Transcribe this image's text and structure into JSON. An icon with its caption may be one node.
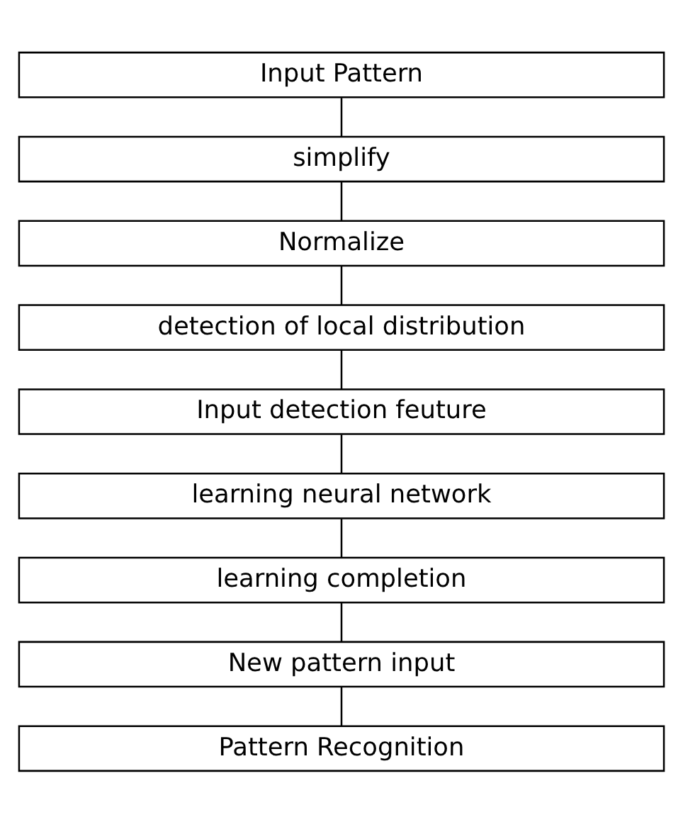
{
  "diagram": {
    "nodes": [
      {
        "text": [
          "Input Pattern"
        ]
      },
      {
        "text": [
          "simplify"
        ]
      },
      {
        "text": [
          "Normalize"
        ]
      },
      {
        "text": [
          "detection of local distribution"
        ]
      },
      {
        "text": [
          "Input detection feuture"
        ]
      },
      {
        "text": [
          "learning neural network"
        ]
      },
      {
        "text": [
          "learning completion"
        ]
      },
      {
        "text": [
          "New pattern input"
        ]
      },
      {
        "text": [
          "Pattern Recognition"
        ]
      }
    ],
    "edges": [
      {
        "from": 0,
        "to": 1,
        "arrow": "none"
      },
      {
        "from": 1,
        "to": 2,
        "arrow": "none"
      },
      {
        "from": 2,
        "to": 3,
        "arrow": "none"
      },
      {
        "from": 3,
        "to": 4,
        "arrow": "none"
      },
      {
        "from": 4,
        "to": 5,
        "arrow": "none"
      },
      {
        "from": 5,
        "to": 6,
        "arrow": "none"
      },
      {
        "from": 6,
        "to": 7,
        "arrow": "none"
      },
      {
        "from": 7,
        "to": 8,
        "arrow": "none"
      }
    ]
  }
}
